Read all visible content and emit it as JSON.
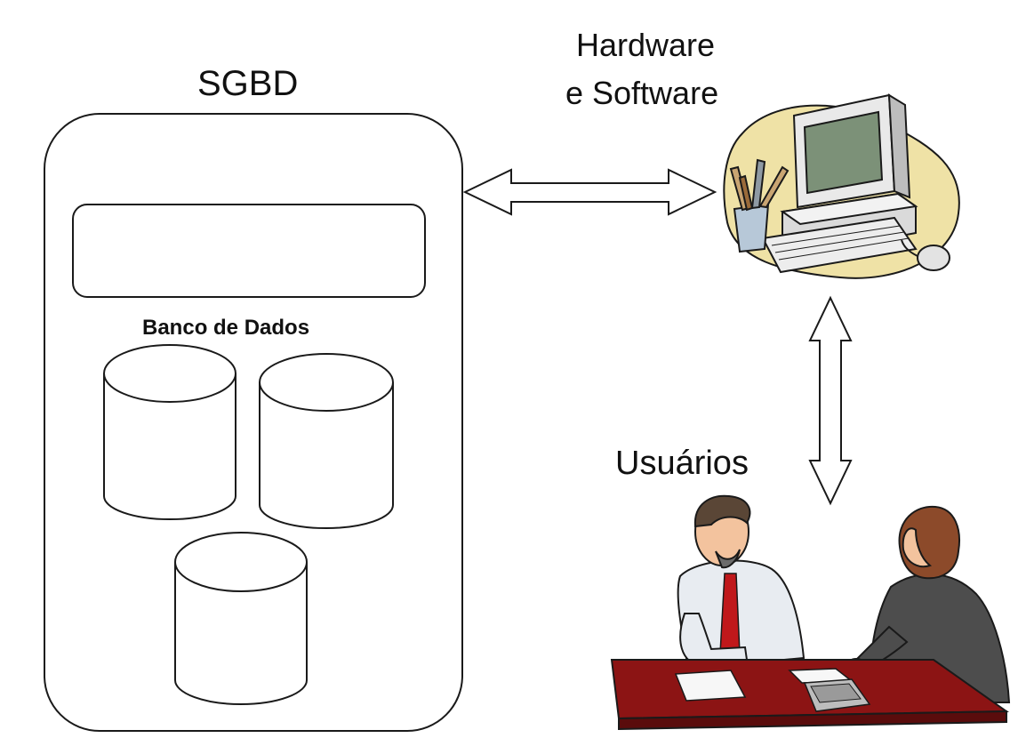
{
  "sgbd": {
    "title": "SGBD",
    "database_label": "Banco de Dados"
  },
  "hardware": {
    "line1": "Hardware",
    "line2": "e Software",
    "icon": "computer-clipart-icon"
  },
  "users": {
    "label": "Usuários",
    "icon": "business-meeting-clipart-icon"
  },
  "colors": {
    "stroke": "#1a1a1a",
    "computer_blob": "#efe2a6",
    "desk": "#8c1414",
    "tie": "#c0181b",
    "suit": "#4d4d4d"
  }
}
